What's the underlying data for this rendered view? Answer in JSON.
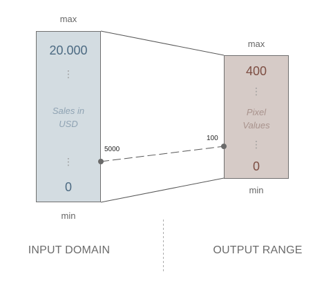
{
  "input": {
    "max_label": "max",
    "min_label": "min",
    "top_value": "20.000",
    "bottom_value": "0",
    "name_line1": "Sales in",
    "name_line2": "USD",
    "ellipsis": "⋮",
    "box_color": "#d3dce1",
    "value_color": "#4c6a82",
    "name_color": "#8fa3b3"
  },
  "output": {
    "max_label": "max",
    "min_label": "min",
    "top_value": "400",
    "bottom_value": "0",
    "name_line1": "Pixel",
    "name_line2": "Values",
    "ellipsis": "⋮",
    "box_color": "#d6cbc7",
    "value_color": "#7d4e43",
    "name_color": "#a8928c"
  },
  "mapping": {
    "input_value": "5000",
    "output_value": "100"
  },
  "sections": {
    "input": "INPUT DOMAIN",
    "output": "OUTPUT RANGE"
  }
}
